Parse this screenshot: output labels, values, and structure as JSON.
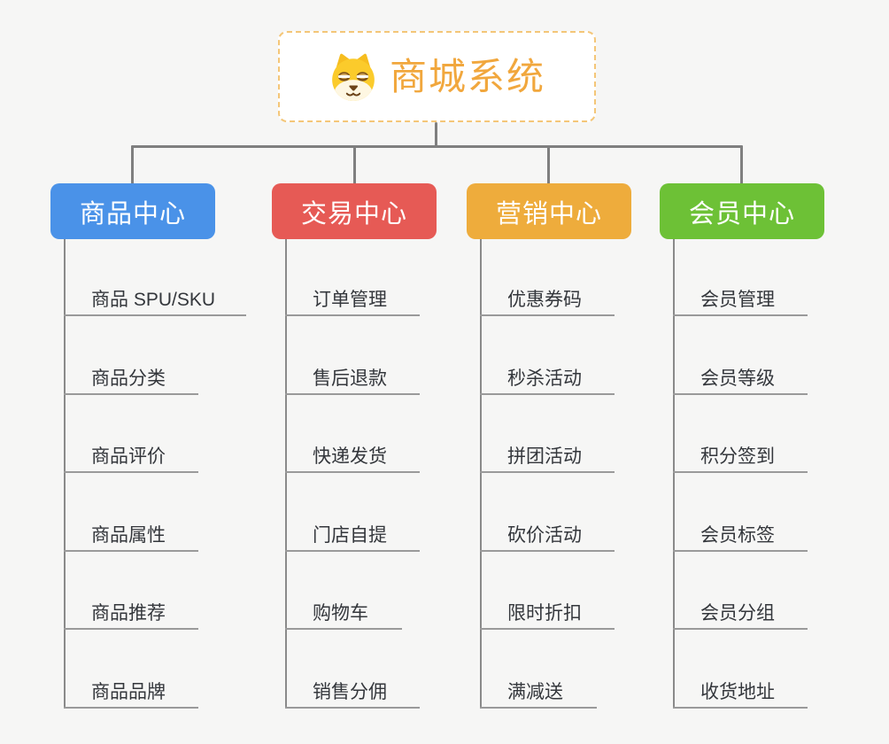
{
  "root": {
    "title": "商城系统",
    "icon": "dog-face-icon",
    "title_color": "#F1A73D",
    "border_color": "#F4C678"
  },
  "connector_color": "#7F7F7F",
  "background_color": "#F6F6F5",
  "branches": [
    {
      "label": "商品中心",
      "color": "#4A92E8",
      "items": [
        "商品 SPU/SKU",
        "商品分类",
        "商品评价",
        "商品属性",
        "商品推荐",
        "商品品牌"
      ]
    },
    {
      "label": "交易中心",
      "color": "#E65A55",
      "items": [
        "订单管理",
        "售后退款",
        "快递发货",
        "门店自提",
        "购物车",
        "销售分佣"
      ]
    },
    {
      "label": "营销中心",
      "color": "#EEAC3C",
      "items": [
        "优惠券码",
        "秒杀活动",
        "拼团活动",
        "砍价活动",
        "限时折扣",
        "满减送"
      ]
    },
    {
      "label": "会员中心",
      "color": "#6DC136",
      "items": [
        "会员管理",
        "会员等级",
        "积分签到",
        "会员标签",
        "会员分组",
        "收货地址"
      ]
    }
  ]
}
